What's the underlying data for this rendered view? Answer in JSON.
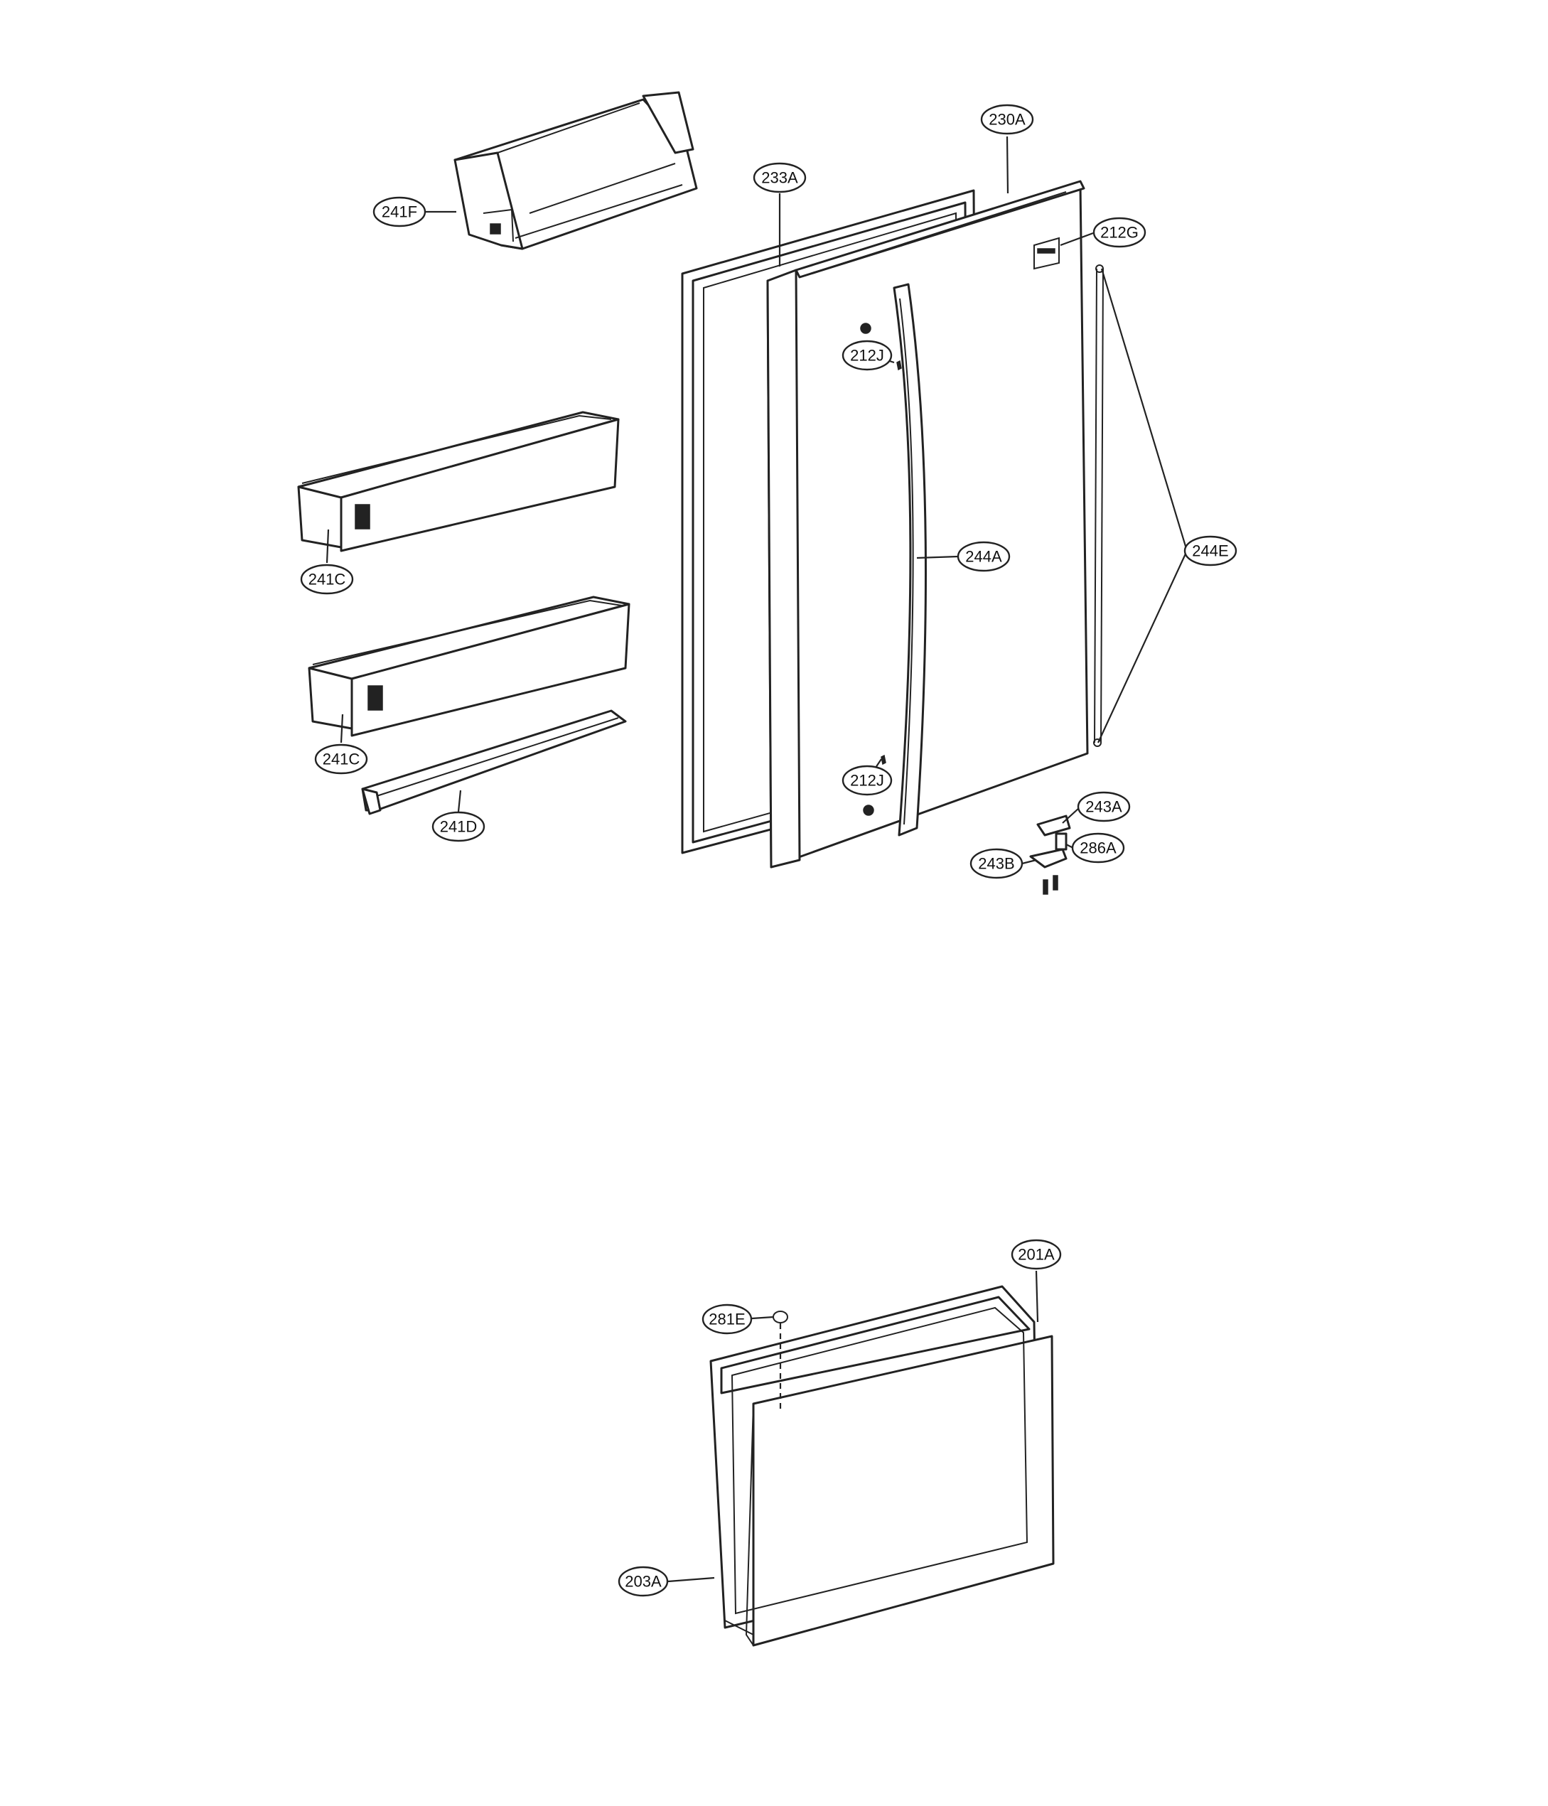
{
  "callouts": {
    "c241F": "241F",
    "c233A": "233A",
    "c230A": "230A",
    "c212G": "212G",
    "c212J_top": "212J",
    "c212J_bottom": "212J",
    "c244A": "244A",
    "c244E": "244E",
    "c241C_top": "241C",
    "c241C_bottom": "241C",
    "c241D": "241D",
    "c243A": "243A",
    "c243B": "243B",
    "c286A": "286A",
    "c201A": "201A",
    "c281E": "281E",
    "c203A": "203A"
  }
}
